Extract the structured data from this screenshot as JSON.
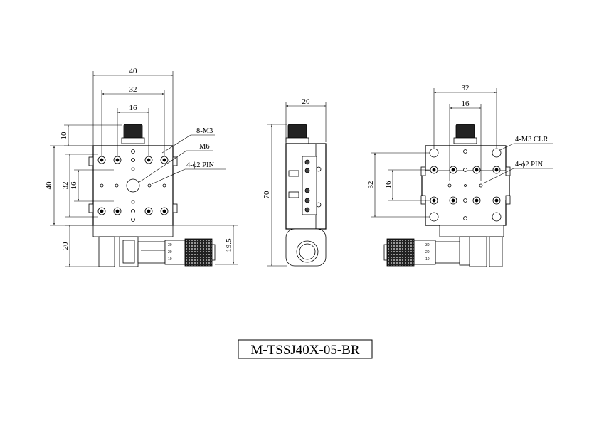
{
  "model_number": "M-TSSJ40X-05-BR",
  "front_view": {
    "dims": {
      "width_overall": "40",
      "width_holes": "32",
      "width_inner": "16",
      "top_offset": "10",
      "height_overall": "40",
      "height_holes": "32",
      "height_inner": "16",
      "base_height": "20",
      "micrometer_height": "19.5"
    },
    "callouts": {
      "tapped_holes": "8-M3",
      "center_thread": "M6",
      "pins": "4-ϕ2 PIN"
    },
    "micrometer_scale": [
      "30",
      "20",
      "10"
    ]
  },
  "side_view": {
    "dims": {
      "depth": "20",
      "total_height": "70"
    }
  },
  "rear_view": {
    "dims": {
      "width_holes": "32",
      "width_inner": "16",
      "height_holes": "32",
      "height_inner": "16"
    },
    "callouts": {
      "clearance_holes": "4-M3 CLR",
      "pins": "4-ϕ2 PIN"
    },
    "micrometer_scale": [
      "30",
      "20",
      "10"
    ]
  }
}
